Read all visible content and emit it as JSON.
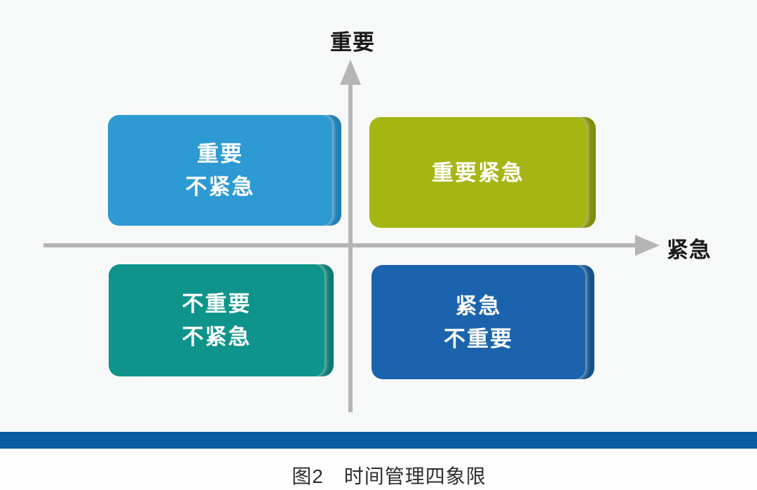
{
  "axes": {
    "y_label": "重要",
    "x_label": "紧急"
  },
  "quadrants": [
    {
      "name": "important-not-urgent",
      "lines": [
        "重要",
        "不紧急"
      ],
      "color": "#2E9AD3",
      "depth_color": "#1D7FB3"
    },
    {
      "name": "important-urgent",
      "lines": [
        "重要紧急"
      ],
      "color": "#A5B614",
      "depth_color": "#7F8E0B"
    },
    {
      "name": "not-important-not-urgent",
      "lines": [
        "不重要",
        "不紧急"
      ],
      "color": "#0E948B",
      "depth_color": "#0B7A73"
    },
    {
      "name": "urgent-not-important",
      "lines": [
        "紧急",
        "不重要"
      ],
      "color": "#1B63AD",
      "depth_color": "#14518C"
    }
  ],
  "caption": "图2　时间管理四象限",
  "colors": {
    "background": "#F7F8F8",
    "axis": "#B5B5B5",
    "label_text": "#1A1A1A",
    "quadrant_text": "#FFFFFF",
    "divider_bar": "#0B5BA3",
    "footer_background": "#FDFDFD"
  }
}
